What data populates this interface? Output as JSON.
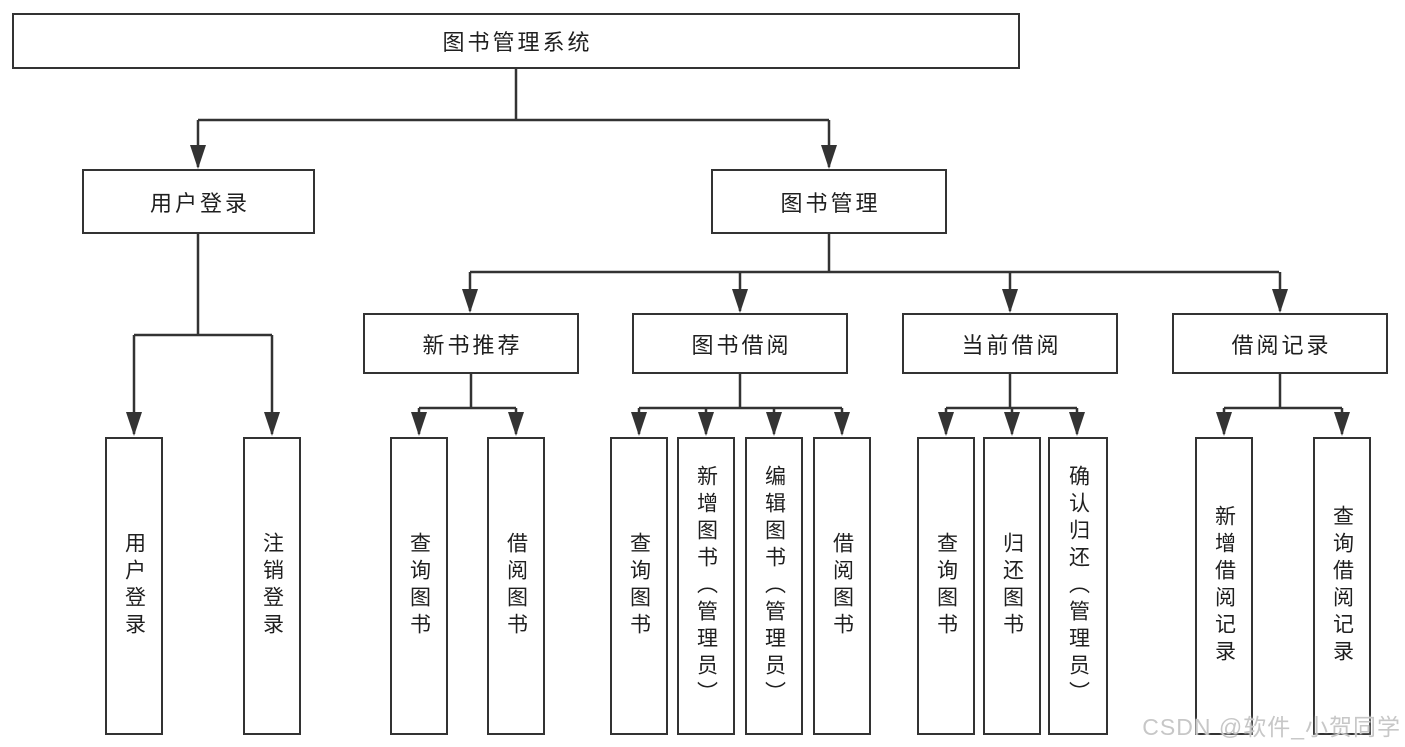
{
  "diagram": {
    "root": "图书管理系统",
    "branches": [
      "用户登录",
      "图书管理"
    ],
    "modules": [
      "新书推荐",
      "图书借阅",
      "当前借阅",
      "借阅记录"
    ],
    "leaves": [
      "用户登录",
      "注销登录",
      "查询图书",
      "借阅图书",
      "查询图书",
      "新增图书（管理员）",
      "编辑图书（管理员）",
      "借阅图书",
      "查询图书",
      "归还图书",
      "确认归还（管理员）",
      "新增借阅记录",
      "查询借阅记录"
    ]
  },
  "watermark": {
    "text": "CSDN @软件_小贺同学"
  },
  "colors": {
    "line": "#333333",
    "border": "#333333",
    "text": "#1f1f1f",
    "box_background": "#ffffff",
    "watermark": "#c7c7c7",
    "page_background": "#ffffff"
  }
}
